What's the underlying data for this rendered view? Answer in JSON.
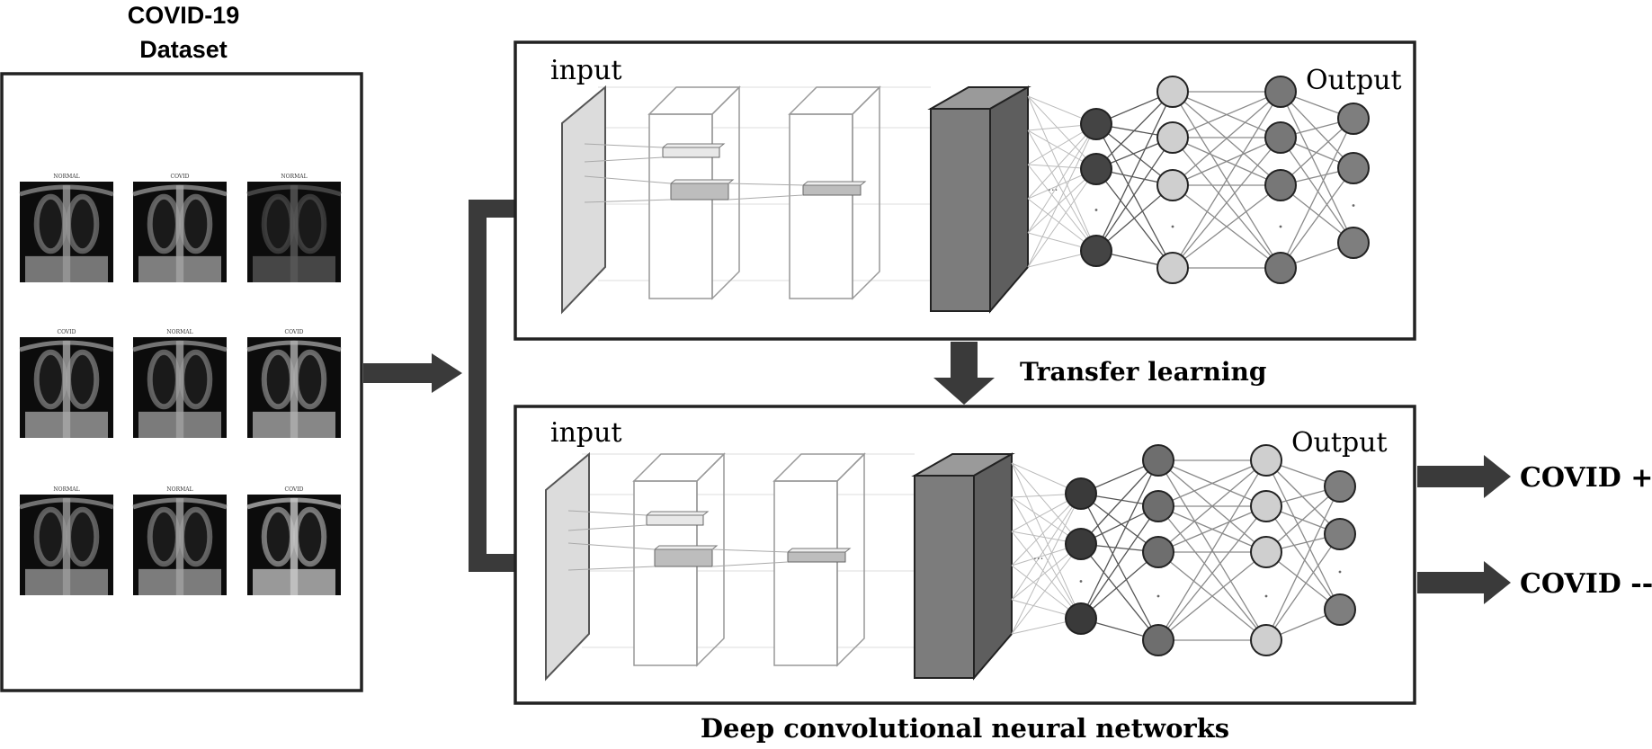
{
  "dataset": {
    "title_line1": "COVID-19",
    "title_line2": "Dataset",
    "images": [
      {
        "label": "NORMAL",
        "tone": "#9a9a9a"
      },
      {
        "label": "COVID",
        "tone": "#a4a4a4"
      },
      {
        "label": "NORMAL",
        "tone": "#5a5a5a"
      },
      {
        "label": "COVID",
        "tone": "#a8a8a8"
      },
      {
        "label": "NORMAL",
        "tone": "#a0a0a0"
      },
      {
        "label": "COVID",
        "tone": "#b0b0b0"
      },
      {
        "label": "NORMAL",
        "tone": "#9c9c9c"
      },
      {
        "label": "NORMAL",
        "tone": "#a2a2a2"
      },
      {
        "label": "COVID",
        "tone": "#c8c8c8"
      }
    ]
  },
  "source_network": {
    "input_label": "input",
    "output_label": "Output",
    "dots": "...",
    "layers": [
      {
        "count": 3,
        "fill": "#444444",
        "ellipsis_after": 2
      },
      {
        "count": 4,
        "fill": "#cfcfcf",
        "ellipsis_after": 3
      },
      {
        "count": 4,
        "fill": "#777777",
        "ellipsis_after": 3
      },
      {
        "count": 3,
        "fill": "#7e7e7e",
        "ellipsis_after": 2
      }
    ]
  },
  "transfer_label": "Transfer learning",
  "target_network": {
    "input_label": "input",
    "output_label": "Output",
    "dots": "...",
    "layers": [
      {
        "count": 3,
        "fill": "#3a3a3a",
        "ellipsis_after": 2
      },
      {
        "count": 4,
        "fill": "#6e6e6e",
        "ellipsis_after": 3
      },
      {
        "count": 4,
        "fill": "#cfcfcf",
        "ellipsis_after": 3
      },
      {
        "count": 3,
        "fill": "#7e7e7e",
        "ellipsis_after": 2
      }
    ]
  },
  "caption": "Deep convolutional neural networks",
  "outputs": {
    "positive": "COVID +",
    "negative": "COVID --"
  },
  "colors": {
    "arrow": "#3a3a3a",
    "frame": "#222222",
    "thin_line": "#9a9a9a"
  }
}
